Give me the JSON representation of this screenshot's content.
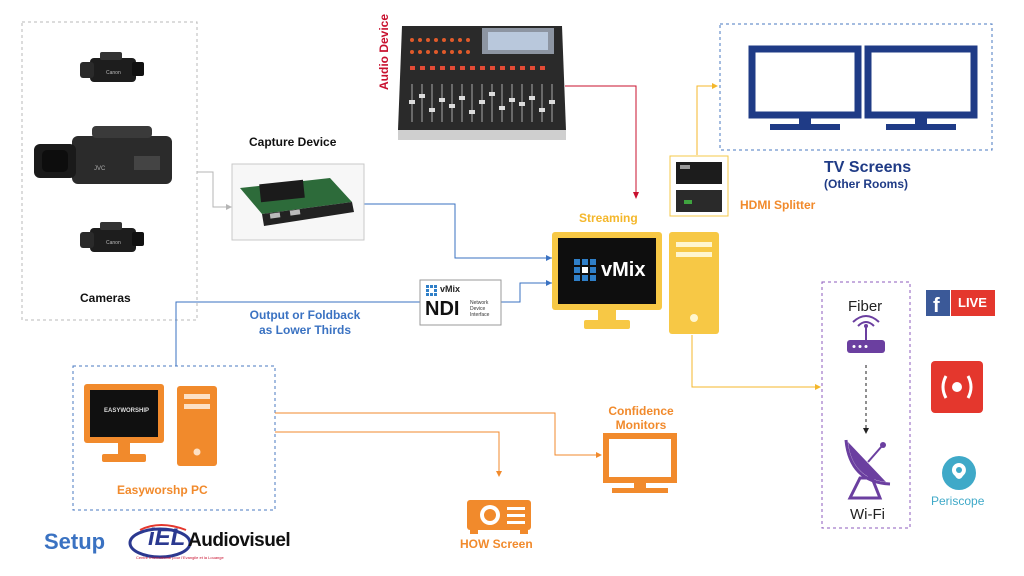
{
  "diagram": {
    "cameras_label": "Cameras",
    "capture_label": "Capture Device",
    "audio_label": "Audio Device",
    "streaming_label": "Streaming",
    "vmix_logo_text": "vMix",
    "ndi_vmix_text": "vMix",
    "ndi_text": "NDI",
    "ndi_sub_lines": [
      "Network",
      "Device",
      "Interface"
    ],
    "lower_thirds_label": [
      "Output or Foldback",
      "as Lower Thirds"
    ],
    "tv_label": "TV Screens",
    "tv_sub_label": "(Other Rooms)",
    "hdmi_label": "HDMI Splitter",
    "fiber_label": "Fiber",
    "wifi_label": "Wi-Fi",
    "live_label": "LIVE",
    "periscope_label": "Periscope",
    "easyworship_pc_label": "Easyworshp PC",
    "easyworship_screen_text": "EASYWORSHIP",
    "confidence_label": [
      "Confidence",
      "Monitors"
    ],
    "how_label": "HOW Screen",
    "setup_label": "Setup",
    "brand_text": "Audiovisuel",
    "brand_mark": "iEL",
    "brand_tagline": "Centre International pour l'Evangile et la Louange"
  },
  "colors": {
    "orange": "#f18a2c",
    "yellow": "#f4b72b",
    "blue_link": "#3a72c2",
    "navy": "#1f3b86",
    "purple": "#6b3fa0",
    "red": "#c8102e",
    "periscope": "#3fa9c8",
    "facebook": "#3b5998",
    "live_red": "#e4372d"
  }
}
